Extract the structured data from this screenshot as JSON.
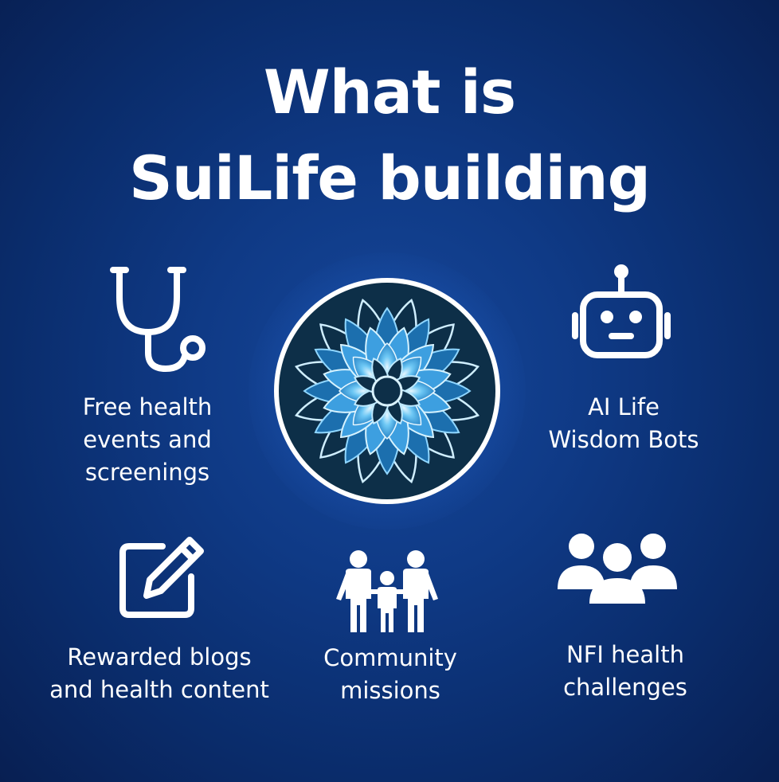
{
  "title": {
    "line1": "What is",
    "line2": "SuiLife building"
  },
  "features": {
    "health_events": {
      "icon": "stethoscope-icon",
      "lines": [
        "Free health",
        "events and",
        "screenings"
      ]
    },
    "ai_bots": {
      "icon": "robot-icon",
      "lines": [
        "AI Life",
        "Wisdom Bots"
      ]
    },
    "blogs": {
      "icon": "edit-note-icon",
      "lines": [
        "Rewarded blogs",
        "and health content"
      ]
    },
    "community": {
      "icon": "family-icon",
      "lines": [
        "Community",
        "missions"
      ]
    },
    "nft": {
      "icon": "group-icon",
      "lines": [
        "NFI health",
        "challenges"
      ]
    }
  },
  "logo": {
    "icon": "lotus-mandala-logo-icon"
  },
  "colors": {
    "background": "#0f3a86",
    "logo_fill": "#0c2f4a",
    "logo_petal": "#5ab8f0",
    "text": "#ffffff"
  }
}
